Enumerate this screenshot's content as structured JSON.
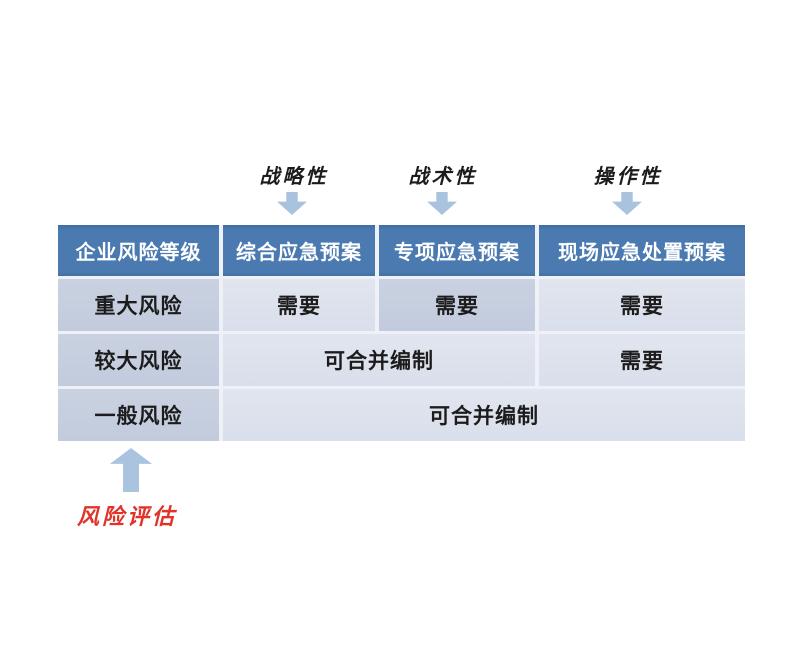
{
  "diagram": {
    "top_labels": [
      {
        "text": "战略性"
      },
      {
        "text": "战术性"
      },
      {
        "text": "操作性"
      }
    ],
    "table": {
      "columns": [
        "企业风险等级",
        "综合应急预案",
        "专项应急预案",
        "现场应急处置预案"
      ],
      "rows": [
        {
          "risk_level": "重大风险",
          "comprehensive": "需要",
          "special": "需要",
          "onsite": "需要"
        },
        {
          "risk_level": "较大风险",
          "merged_comprehensive_special": "可合并编制",
          "onsite": "需要"
        },
        {
          "ris_level_note": "",
          "risk_level": "一般风险",
          "merged_all_plans": "可合并编制"
        }
      ]
    },
    "bottom_label": "风险评估",
    "colors": {
      "header_bg": "#4b7ab1",
      "header_text": "#ffffff",
      "dark_cell_bg": "#c5cedf",
      "light_cell_bg": "#dee3ed",
      "arrow": "#a9c3de",
      "bottom_label_text": "#e0342a",
      "body_text": "#1c1c1c"
    }
  }
}
